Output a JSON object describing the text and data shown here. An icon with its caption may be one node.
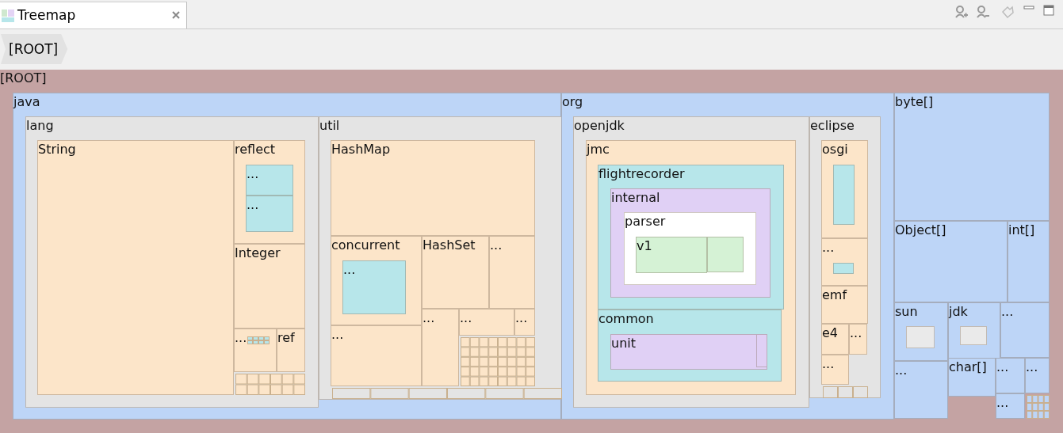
{
  "diagram": {
    "title": "Treemap",
    "nodes": [
      {
        "text": [
          "[ROOT]"
        ]
      },
      {
        "text": [
          "java"
        ],
        "in": 0
      },
      {
        "text": [
          "lang"
        ],
        "in": 1
      },
      {
        "text": [
          "String"
        ],
        "in": 2
      },
      {
        "text": [
          "reflect"
        ],
        "in": 2
      },
      {
        "text": [
          "..."
        ],
        "in": 4
      },
      {
        "text": [
          "..."
        ],
        "in": 4
      },
      {
        "text": [
          "Integer"
        ],
        "in": 2
      },
      {
        "text": [
          "..."
        ],
        "in": 2
      },
      {
        "text": [
          "ref"
        ],
        "in": 2
      },
      {
        "text": [
          "util"
        ],
        "in": 1
      },
      {
        "text": [
          "HashMap"
        ],
        "in": 10
      },
      {
        "text": [
          "concurrent"
        ],
        "in": 10
      },
      {
        "text": [
          "..."
        ],
        "in": 12
      },
      {
        "text": [
          "HashSet"
        ],
        "in": 10
      },
      {
        "text": [
          "..."
        ],
        "in": 10
      },
      {
        "text": [
          "..."
        ],
        "in": 10
      },
      {
        "text": [
          "..."
        ],
        "in": 10
      },
      {
        "text": [
          "..."
        ],
        "in": 10
      },
      {
        "text": [
          "..."
        ],
        "in": 10
      },
      {
        "text": [
          "org"
        ],
        "in": 0
      },
      {
        "text": [
          "openjdk"
        ],
        "in": 20
      },
      {
        "text": [
          "jmc"
        ],
        "in": 21
      },
      {
        "text": [
          "flightrecorder"
        ],
        "in": 22
      },
      {
        "text": [
          "internal"
        ],
        "in": 23
      },
      {
        "text": [
          "parser"
        ],
        "in": 24
      },
      {
        "text": [
          "v1"
        ],
        "in": 25
      },
      {
        "text": [
          "common"
        ],
        "in": 22
      },
      {
        "text": [
          "unit"
        ],
        "in": 27
      },
      {
        "text": [
          "eclipse"
        ],
        "in": 20
      },
      {
        "text": [
          "osgi"
        ],
        "in": 29
      },
      {
        "text": [
          "..."
        ],
        "in": 29
      },
      {
        "text": [
          "emf"
        ],
        "in": 29
      },
      {
        "text": [
          "e4"
        ],
        "in": 29
      },
      {
        "text": [
          "..."
        ],
        "in": 29
      },
      {
        "text": [
          "..."
        ],
        "in": 29
      },
      {
        "text": [
          "byte[]"
        ],
        "in": 0
      },
      {
        "text": [
          "Object[]"
        ],
        "in": 0
      },
      {
        "text": [
          "int[]"
        ],
        "in": 0
      },
      {
        "text": [
          "sun"
        ],
        "in": 0
      },
      {
        "text": [
          "jdk"
        ],
        "in": 0
      },
      {
        "text": [
          "..."
        ],
        "in": 0
      },
      {
        "text": [
          "..."
        ],
        "in": 0
      },
      {
        "text": [
          "char[]"
        ],
        "in": 0
      },
      {
        "text": [
          "..."
        ],
        "in": 0
      },
      {
        "text": [
          "..."
        ],
        "in": 0
      },
      {
        "text": [
          "..."
        ],
        "in": 0
      },
      {
        "text": [],
        "shape": "box",
        "in": 25
      },
      {
        "text": [],
        "shape": "box",
        "in": 30
      },
      {
        "text": [],
        "shape": "box",
        "in": 31
      },
      {
        "text": [],
        "shape": "box",
        "in": 39
      },
      {
        "text": [],
        "shape": "box",
        "in": 40
      },
      {
        "text": [],
        "shape": "box",
        "in": 28
      }
    ],
    "labels": [
      "[ROOT]"
    ]
  }
}
